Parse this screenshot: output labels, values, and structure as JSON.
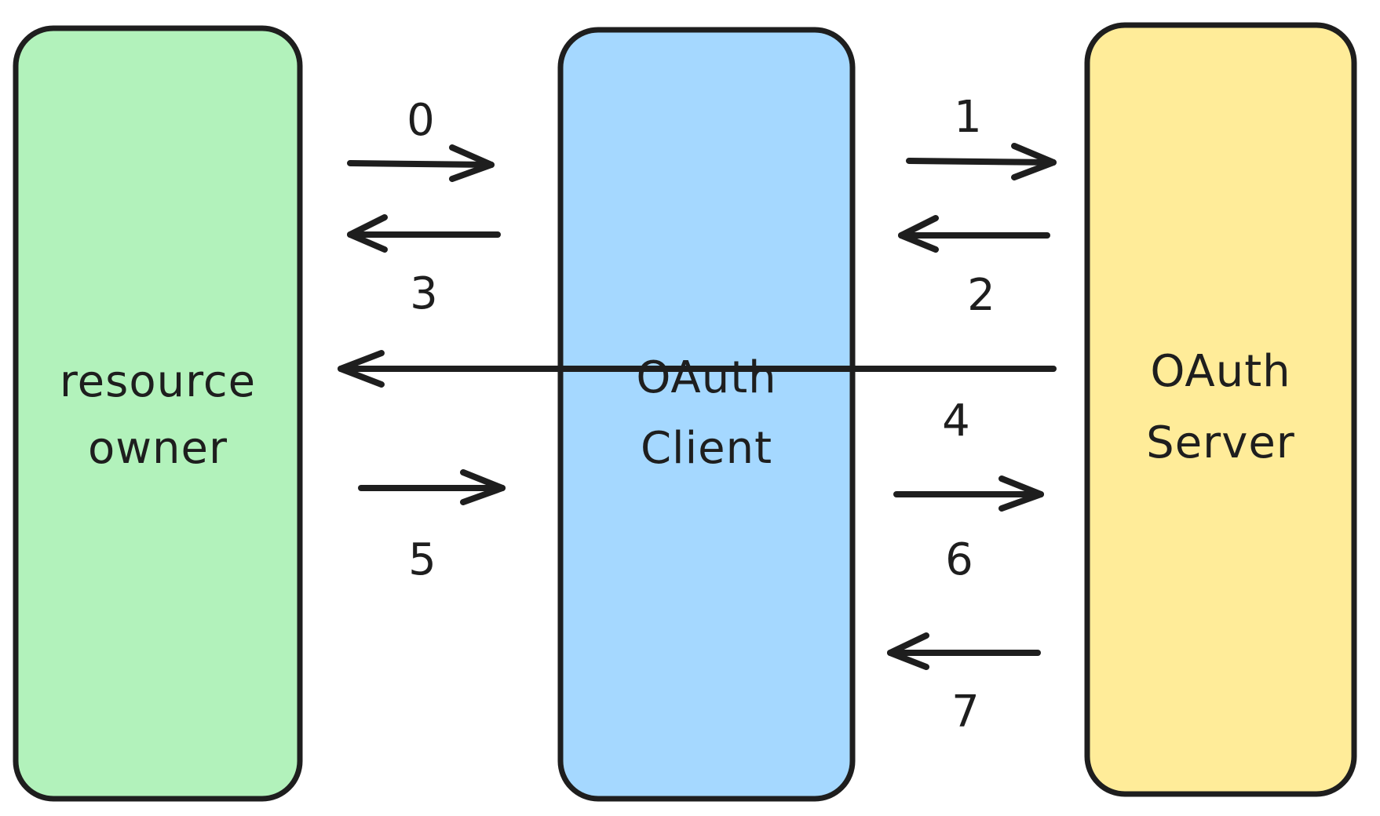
{
  "diagram": {
    "nodes": [
      {
        "id": "resource-owner",
        "lines": [
          "resource",
          "owner"
        ],
        "fill": "#b2f2bb"
      },
      {
        "id": "oauth-client",
        "lines": [
          "OAuth",
          "Client"
        ],
        "fill": "#a5d8ff"
      },
      {
        "id": "oauth-server",
        "lines": [
          "OAuth",
          "Server"
        ],
        "fill": "#ffec99"
      }
    ],
    "steps": [
      {
        "label": "0",
        "from": "resource-owner",
        "to": "oauth-client"
      },
      {
        "label": "1",
        "from": "oauth-client",
        "to": "oauth-server"
      },
      {
        "label": "2",
        "from": "oauth-server",
        "to": "oauth-client"
      },
      {
        "label": "3",
        "from": "oauth-client",
        "to": "resource-owner"
      },
      {
        "label": "4",
        "from": "oauth-server",
        "to": "resource-owner"
      },
      {
        "label": "5",
        "from": "resource-owner",
        "to": "oauth-client"
      },
      {
        "label": "6",
        "from": "oauth-client",
        "to": "oauth-server"
      },
      {
        "label": "7",
        "from": "oauth-server",
        "to": "oauth-client"
      }
    ],
    "colors": {
      "stroke": "#1e1e1e",
      "background": "#ffffff"
    }
  }
}
